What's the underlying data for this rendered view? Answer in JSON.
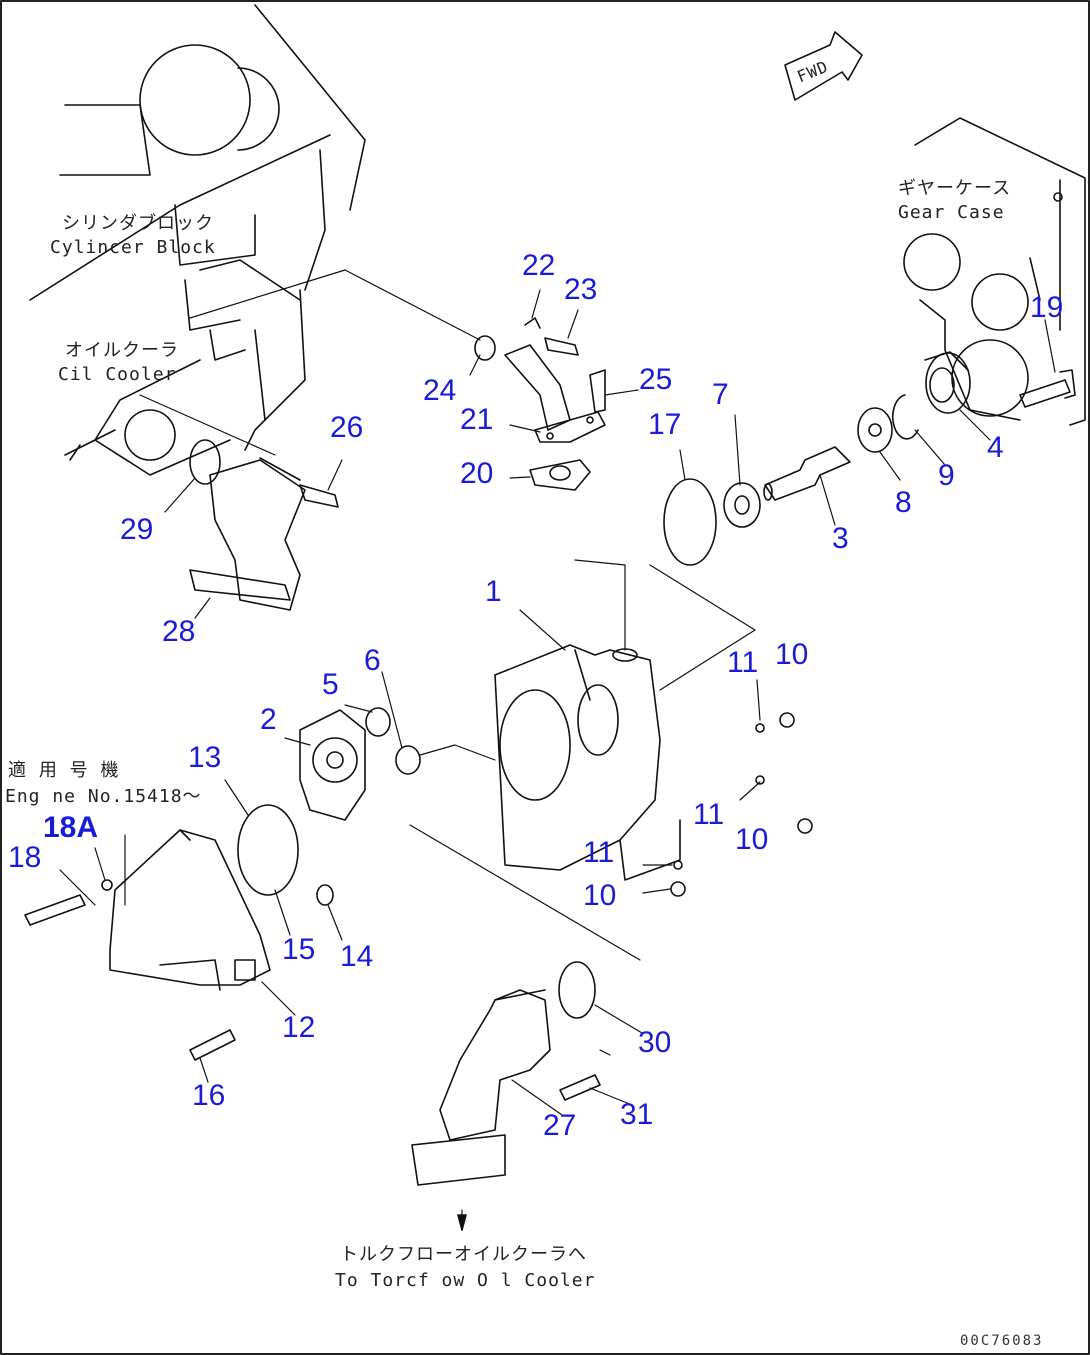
{
  "notes": {
    "cylinder_block_jp": "シリンダブロック",
    "cylinder_block_en": "Cylincer Block",
    "oil_cooler_jp": "オイルクーラ",
    "oil_cooler_en": "Cil Cooler",
    "gear_case_jp": "ギヤーケース",
    "gear_case_en": "Gear Case",
    "engine_no_jp": "適 用 号 機",
    "engine_no_en": "Eng ne No.15418～",
    "torqflow_jp": "トルクフローオイルクーラへ",
    "torqflow_en": "To Torcf ow O l Cooler",
    "fwd": "FWD"
  },
  "drawing_code": "00C76083",
  "callouts": [
    "1",
    "2",
    "3",
    "4",
    "5",
    "6",
    "7",
    "8",
    "9",
    "10",
    "10",
    "10",
    "11",
    "11",
    "11",
    "12",
    "13",
    "14",
    "15",
    "16",
    "17",
    "18",
    "18A",
    "19",
    "20",
    "21",
    "22",
    "23",
    "24",
    "25",
    "26",
    "27",
    "28",
    "29",
    "30",
    "31"
  ],
  "colors": {
    "callout": "#1a1ad9",
    "line": "#111111"
  }
}
